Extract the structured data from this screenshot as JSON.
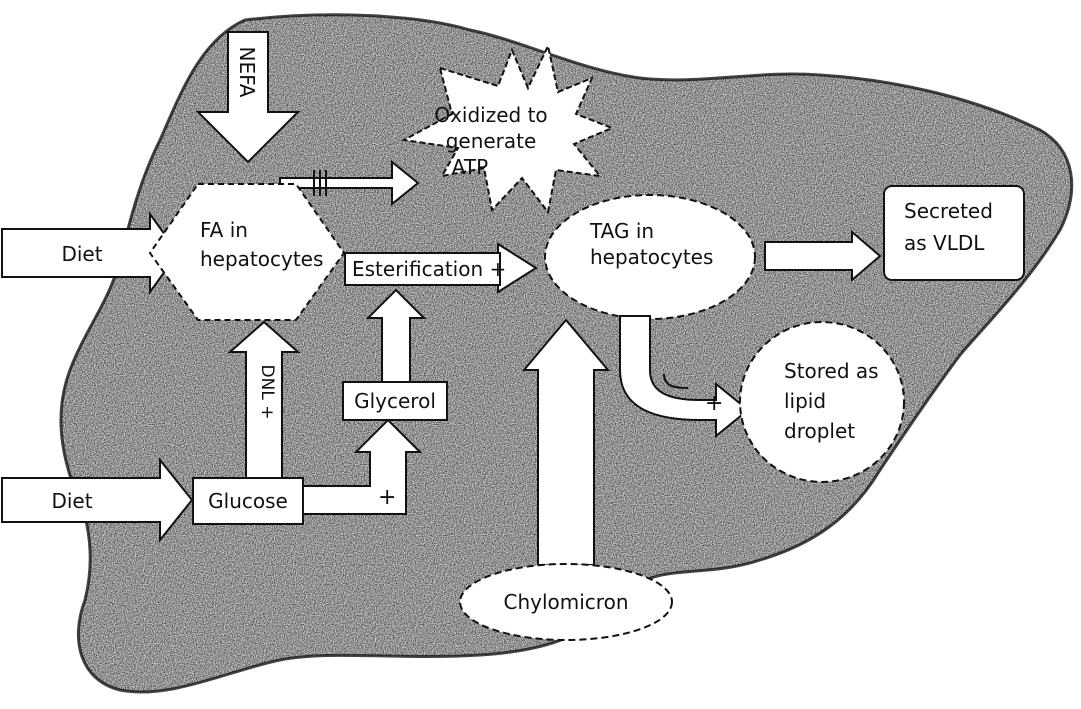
{
  "diagram": {
    "nodes": {
      "nefa": "NEFA",
      "oxidized": [
        "Oxidized to",
        "generate",
        "ATP"
      ],
      "diet_top": "Diet",
      "fa": [
        "FA in",
        "hepatocytes"
      ],
      "esterification": "Esterification +",
      "tag": [
        "TAG in",
        "hepatocytes"
      ],
      "secreted": [
        "Secreted",
        "as VLDL"
      ],
      "dnl": "DNL +",
      "glycerol": "Glycerol",
      "stored": [
        "Stored as",
        "lipid",
        "droplet"
      ],
      "diet_bottom": "Diet",
      "glucose": "Glucose",
      "chylomicron": "Chylomicron"
    },
    "plus_signs": [
      "+",
      "+",
      "+"
    ]
  },
  "colors": {
    "liver_fill": "#d6d6d6",
    "liver_stroke": "#444444",
    "line": "#111111",
    "box_fill": "#ffffff"
  }
}
